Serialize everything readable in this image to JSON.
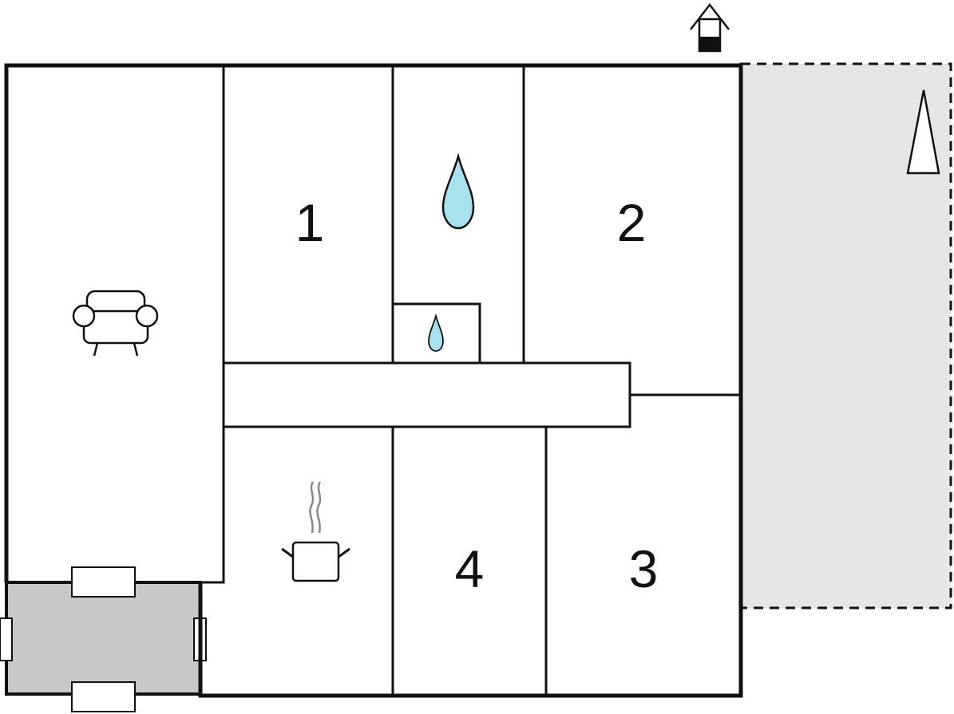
{
  "rooms": [
    {
      "id": "living-room",
      "icon": "armchair-icon"
    },
    {
      "id": "bedroom-1",
      "label": "1"
    },
    {
      "id": "bathroom",
      "icon": "water-drop-icon"
    },
    {
      "id": "toilet",
      "icon": "water-drop-icon"
    },
    {
      "id": "bedroom-2",
      "label": "2"
    },
    {
      "id": "hallway"
    },
    {
      "id": "kitchen",
      "icon": "cooking-pot-icon"
    },
    {
      "id": "bedroom-4",
      "label": "4"
    },
    {
      "id": "bedroom-3",
      "label": "3"
    },
    {
      "id": "conservatory",
      "fill": "#c8c8c8"
    }
  ],
  "outdoor_area": {
    "fill": "#e6e6e6",
    "icon": "tree-icon"
  },
  "entrance_icon": "house-entrance-icon",
  "colors": {
    "walls": "#111111",
    "water": "#a8e2ee",
    "terrace": "#e6e6e6",
    "conservatory": "#c8c8c8"
  }
}
